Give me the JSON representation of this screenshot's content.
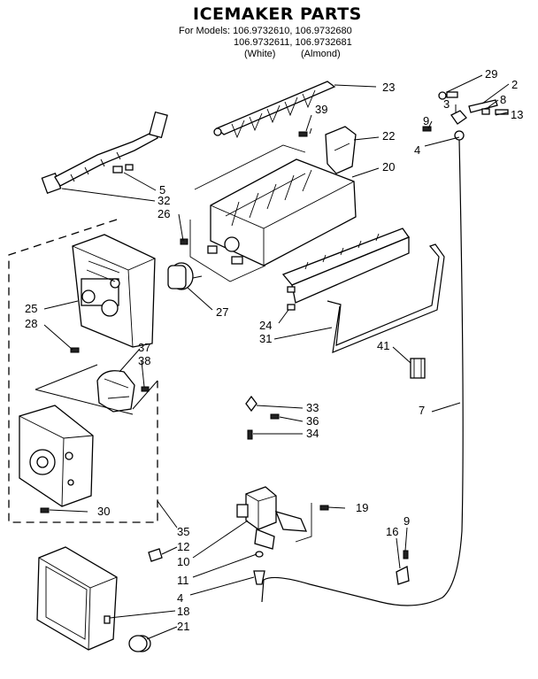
{
  "title": "ICEMAKER PARTS",
  "models": {
    "line1": "For Models:  106.9732610, 106.9732680",
    "line2": "106.9732611, 106.9732681",
    "white": "(White)",
    "almond": "(Almond)"
  },
  "callouts": [
    "29",
    "2",
    "3",
    "8",
    "13",
    "9",
    "23",
    "39",
    "22",
    "4",
    "20",
    "5",
    "32",
    "26",
    "25",
    "28",
    "27",
    "24",
    "31",
    "37",
    "38",
    "41",
    "7",
    "33",
    "36",
    "34",
    "19",
    "30",
    "35",
    "12",
    "9",
    "16",
    "10",
    "11",
    "4",
    "18",
    "21"
  ]
}
